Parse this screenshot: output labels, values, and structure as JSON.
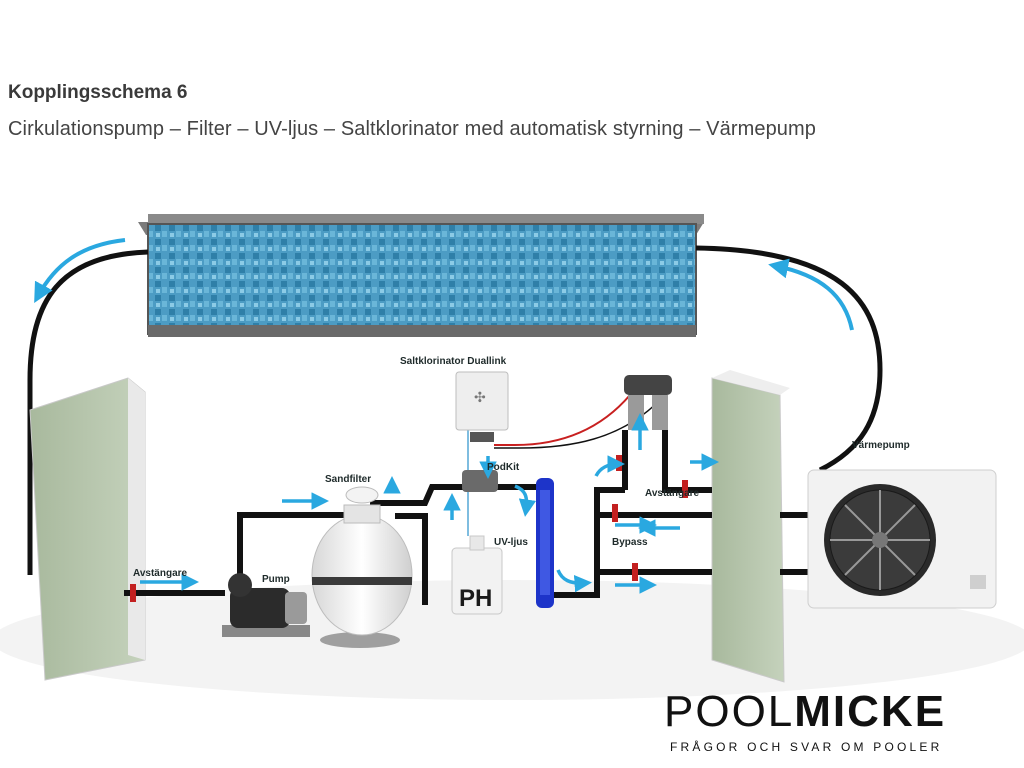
{
  "header": {
    "title": "Kopplingsschema 6",
    "subtitle": "Cirkulationspump – Filter – UV-ljus – Saltklorinator med automatisk styrning – Värmepump"
  },
  "labels": {
    "saltklorinator": "Saltklorinator Duallink",
    "sandfilter": "Sandfilter",
    "podkit": "PodKit",
    "uv": "UV-ljus",
    "pump": "Pump",
    "avstangare_left": "Avstängare",
    "avstangare_right": "Avstängare",
    "bypass": "Bypass",
    "varmepump": "Värmepump",
    "ph": "PH"
  },
  "logo": {
    "part1": "POOL",
    "part2": "MICKE",
    "tagline": "FRÅGOR OCH SVAR OM POOLER"
  },
  "colors": {
    "water_arrow": "#2aa8e0",
    "pipe": "#111111",
    "pool_water": "#3f8fb8",
    "wall": "#b9c7ad"
  }
}
